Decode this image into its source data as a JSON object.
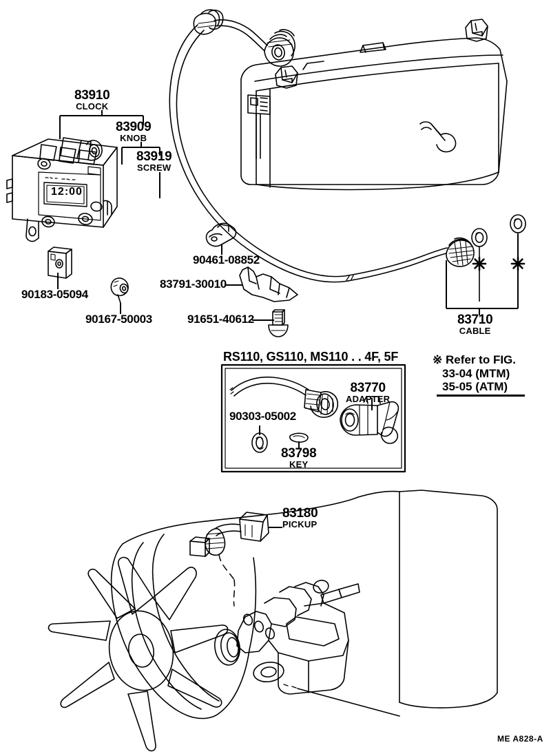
{
  "diagram": {
    "footer_code": "ME  A828-A",
    "ink": "#000000",
    "background": "#ffffff"
  },
  "labels": {
    "clock": {
      "part_no": "83910",
      "name": "CLOCK"
    },
    "knob": {
      "part_no": "83909",
      "name": "KNOB"
    },
    "screw": {
      "part_no": "83919",
      "name": "SCREW"
    },
    "cable": {
      "part_no": "83710",
      "name": "CABLE"
    },
    "adapter": {
      "part_no": "83770",
      "name": "ADAPTER"
    },
    "key": {
      "part_no": "83798",
      "name": "KEY"
    },
    "pickup": {
      "part_no": "83180",
      "name": "PICKUP"
    },
    "nut_90183": {
      "part_no": "90183-05094",
      "name": ""
    },
    "screw_90167": {
      "part_no": "90167-50003",
      "name": ""
    },
    "clamp_90461": {
      "part_no": "90461-08852",
      "name": ""
    },
    "bracket_83791": {
      "part_no": "83791-30010",
      "name": ""
    },
    "bolt_91651": {
      "part_no": "91651-40612",
      "name": ""
    },
    "oring_90303": {
      "part_no": "90303-05002",
      "name": ""
    }
  },
  "inset": {
    "title": "RS110, GS110, MS110 . . 4F, 5F"
  },
  "note": {
    "asterisk": "※",
    "line1": "Refer to FIG.",
    "line2": "33-04 (MTM)",
    "line3": "35-05 (ATM)"
  },
  "clock_display": {
    "time": "12:00"
  }
}
